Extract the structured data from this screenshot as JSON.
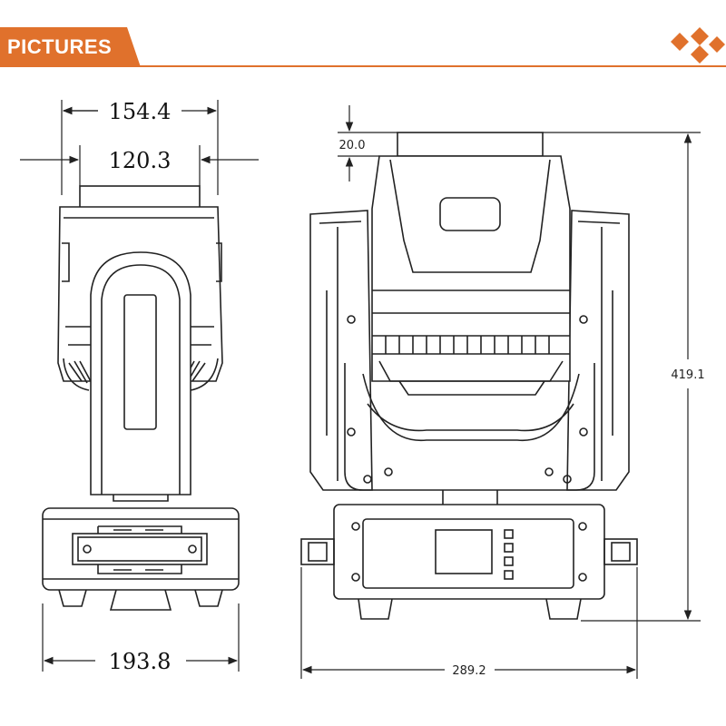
{
  "header": {
    "title": "PICTURES",
    "accent_color": "#e0712c",
    "logo": "diamond-logo-icon"
  },
  "dimensions": {
    "side_top_width": "154.4",
    "side_lens_width": "120.3",
    "side_base_width": "193.8",
    "front_lens_height": "20.0",
    "front_total_height": "419.1",
    "front_base_width": "289.2"
  }
}
